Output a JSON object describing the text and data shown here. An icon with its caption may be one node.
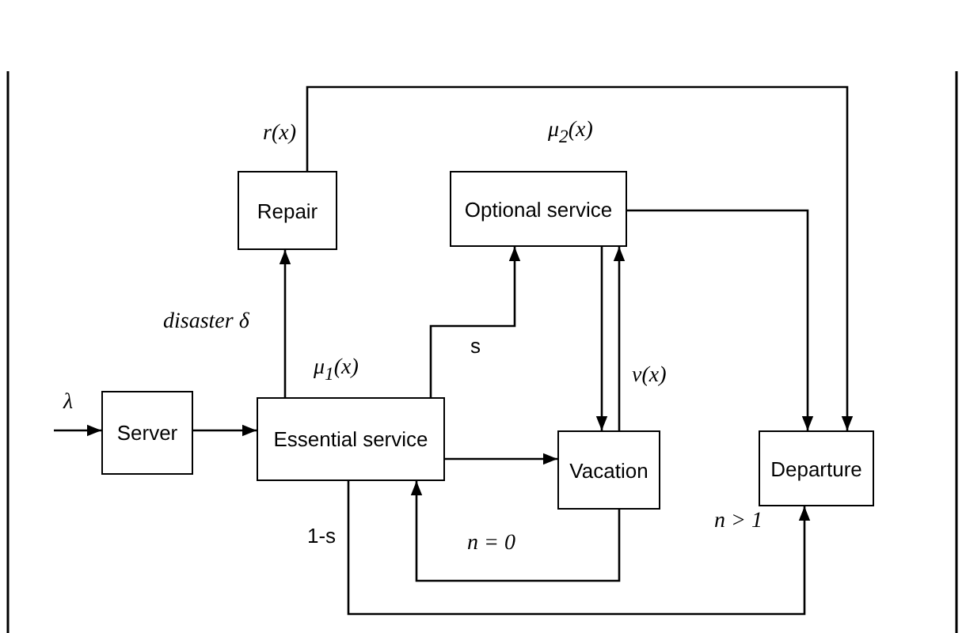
{
  "diagram": {
    "nodes": [
      {
        "text": [
          "Repair"
        ]
      },
      {
        "text": [
          "Optional service"
        ]
      },
      {
        "text": [
          "Server"
        ]
      },
      {
        "text": [
          "Essential service"
        ]
      },
      {
        "text": [
          "Vacation"
        ]
      },
      {
        "text": [
          "Departure"
        ]
      }
    ],
    "edges": [
      {
        "from": null,
        "to": 2,
        "arrow": "to",
        "label": "λ"
      },
      {
        "from": 2,
        "to": 3,
        "arrow": "to"
      },
      {
        "from": 3,
        "to": 0,
        "arrow": "to",
        "label": "disaster δ"
      },
      {
        "from": 0,
        "to": 5,
        "arrow": "to",
        "label": "r(x)"
      },
      {
        "from": 3,
        "to": 1,
        "arrow": "to",
        "label": "s"
      },
      {
        "from": 1,
        "to": 5,
        "arrow": "to"
      },
      {
        "from": 1,
        "to": 4,
        "arrow": "to"
      },
      {
        "from": 4,
        "to": 1,
        "arrow": "to",
        "label": "v(x)"
      },
      {
        "from": 3,
        "to": 4,
        "arrow": "to"
      },
      {
        "from": 4,
        "to": 3,
        "arrow": "to",
        "label": "n = 0"
      },
      {
        "from": 3,
        "to": 5,
        "arrow": "to",
        "label": "1-s"
      }
    ],
    "labels": [
      "μ$_{2}$(x)",
      "μ$_{1}$(x)",
      "n > 1"
    ]
  }
}
